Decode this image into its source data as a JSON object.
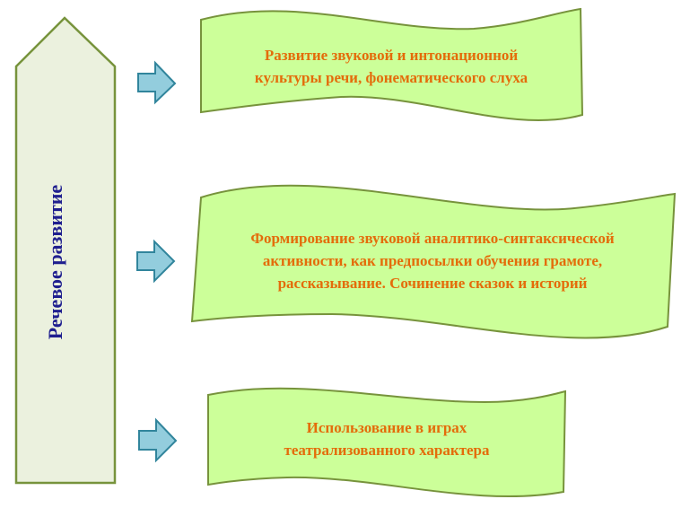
{
  "vertical_label": "Речевое развитие",
  "banners": [
    {
      "lines": [
        "Развитие звуковой и интонационной",
        "культуры речи, фонематического слуха"
      ]
    },
    {
      "lines": [
        "Формирование звуковой аналитико-синтаксической",
        "активности, как предпосылки обучения грамоте,",
        "рассказывание. Сочинение сказок и историй"
      ]
    },
    {
      "lines": [
        "Использование в играх",
        "театрализованного характера"
      ]
    }
  ],
  "colors": {
    "banner_fill": "#ccff99",
    "banner_stroke": "#77933c",
    "banner_text": "#e46c0a",
    "column_fill": "#ebf1de",
    "column_stroke": "#77933c",
    "label_text": "#1f1f8f",
    "arrow_fill": "#93cddd",
    "arrow_stroke": "#31859c"
  },
  "icons": {
    "arrow": "block-arrow-right-icon"
  }
}
